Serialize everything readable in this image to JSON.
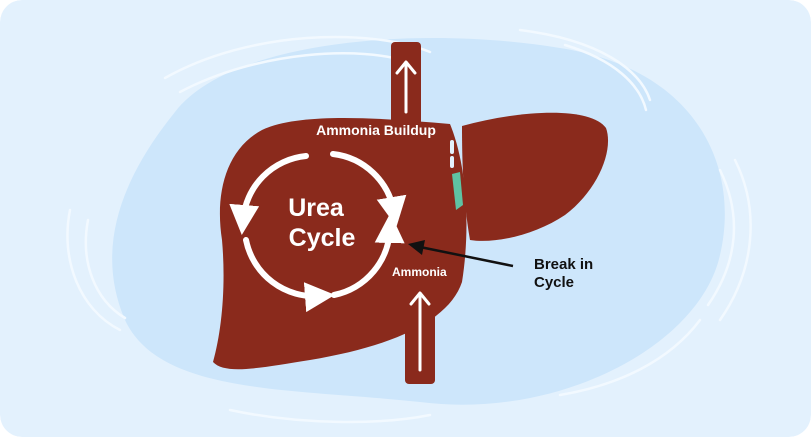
{
  "diagram": {
    "title": "",
    "cycle_label_line1": "Urea",
    "cycle_label_line2": "Cycle",
    "buildup_label": "Ammonia Buildup",
    "ammonia_label": "Ammonia",
    "break_label_line1": "Break in",
    "break_label_line2": "Cycle"
  },
  "colors": {
    "background": "#e3f1fd",
    "blob": "#cde6fb",
    "swirl": "#f2f9ff",
    "liver": "#8a2a1c",
    "accent": "#5fc3a3",
    "arrow_dark": "#111111",
    "label_white": "#ffffff"
  },
  "icons": {
    "cycle_arrows": "circular-arrows-icon",
    "flow_arrow": "up-arrow-icon",
    "pointer_arrow": "pointer-arrow-icon"
  }
}
